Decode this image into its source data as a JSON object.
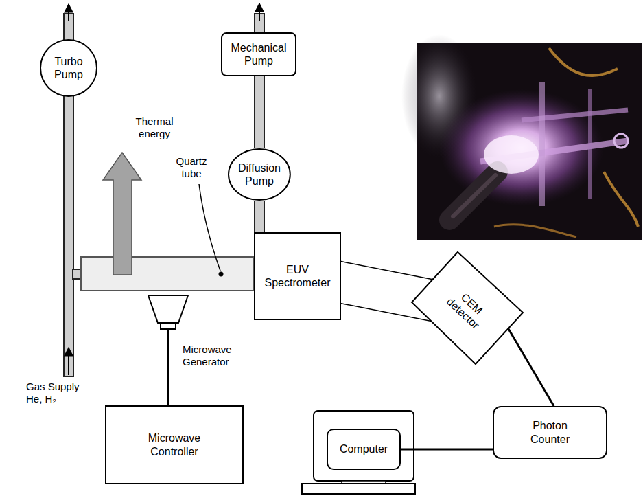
{
  "diagram": {
    "nodes": [
      {
        "text": [
          "Turbo Pump"
        ]
      },
      {
        "text": [
          "Mechanical Pump"
        ]
      },
      {
        "text": [
          "Diffusion Pump"
        ]
      },
      {
        "text": [
          "EUV Spectrometer"
        ]
      },
      {
        "text": [
          "CEM detector"
        ]
      },
      {
        "text": [
          "Microwave Controller"
        ]
      },
      {
        "text": [
          "Computer"
        ]
      },
      {
        "text": [
          "Photon Counter"
        ]
      }
    ],
    "edges": [
      {
        "from": 2,
        "to": 1,
        "arrow": "none"
      },
      {
        "from": 2,
        "to": 3,
        "arrow": "none"
      },
      {
        "from": 3,
        "to": 4,
        "arrow": "none"
      },
      {
        "from": 4,
        "to": 7,
        "arrow": "none"
      },
      {
        "from": 6,
        "to": 7,
        "arrow": "none"
      }
    ],
    "labels": [
      "Thermal energy",
      "Quartz tube",
      "Microwave Generator",
      "Gas Supply He, H₂"
    ]
  }
}
